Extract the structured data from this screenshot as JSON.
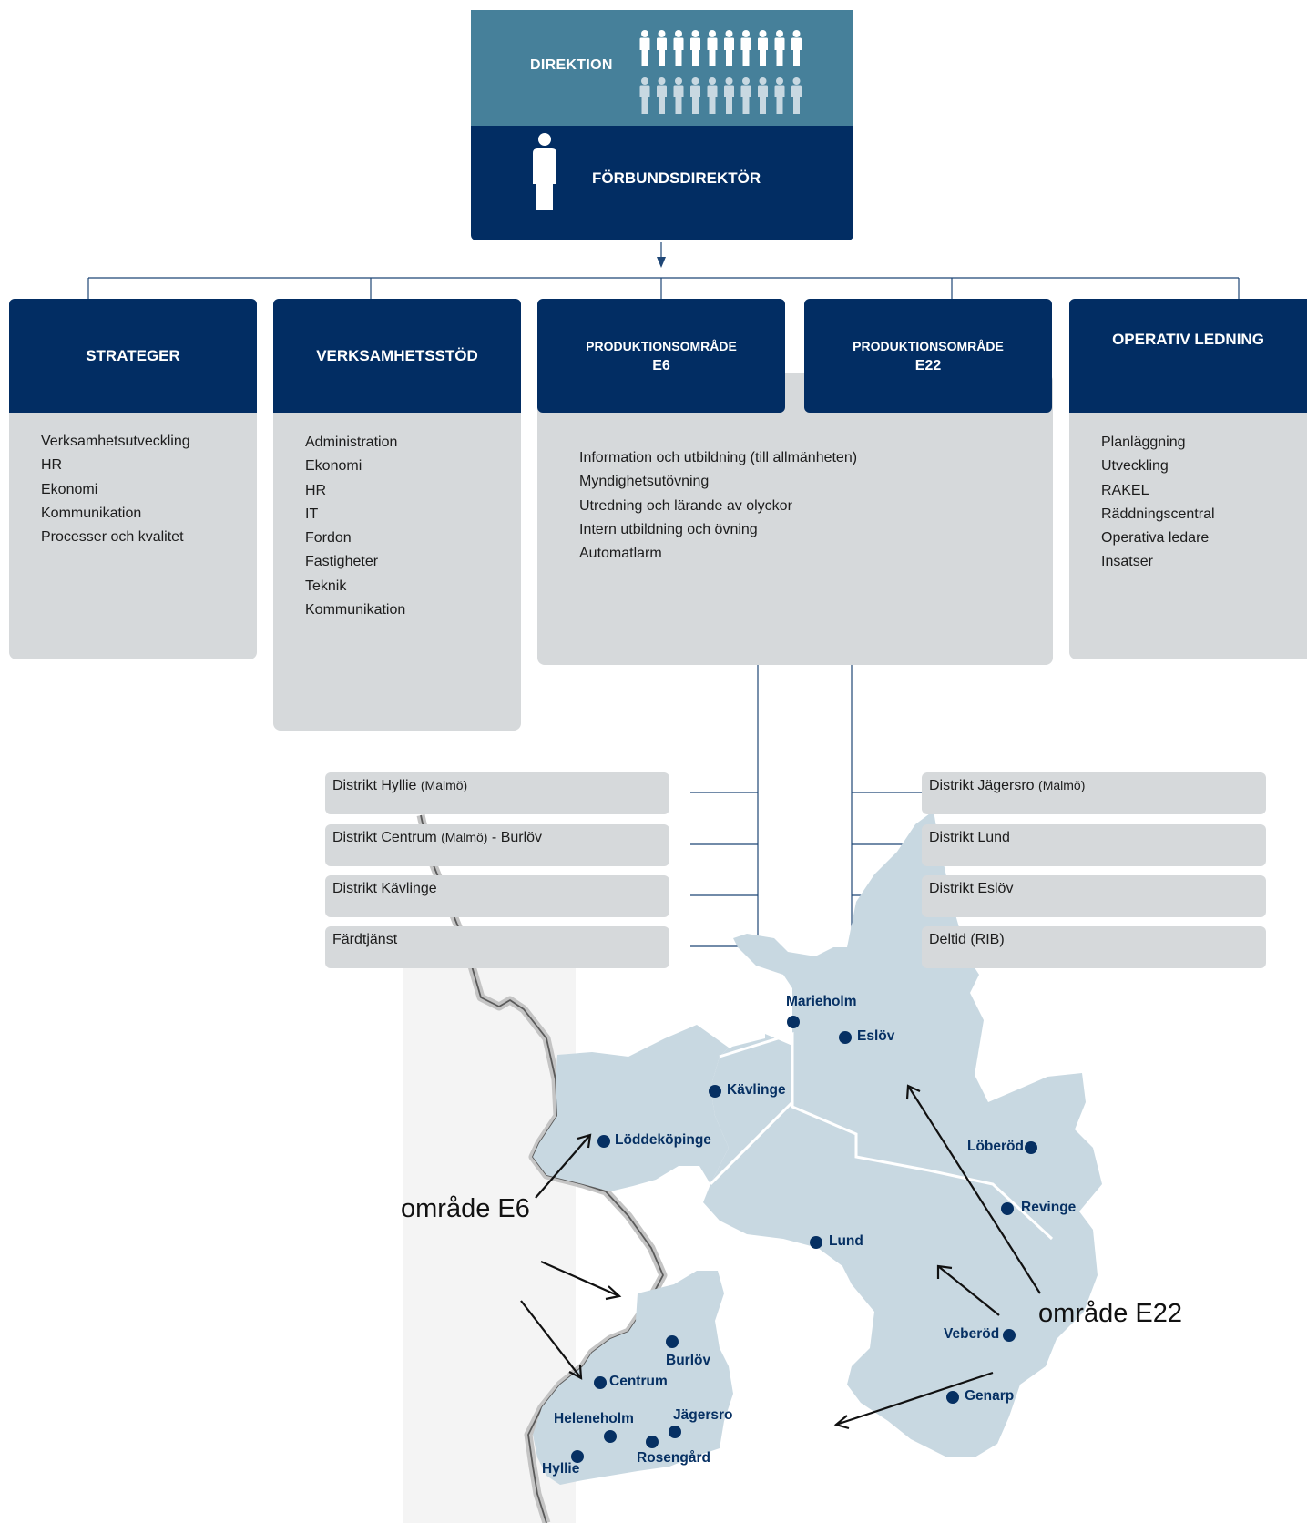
{
  "top": {
    "direktion_label": "DIREKTION",
    "forbundsdirektor_label": "FÖRBUNDSDIREKTÖR"
  },
  "columns": [
    {
      "title": "STRATEGER",
      "subtitle": "",
      "items": [
        "Verksamhetsutveckling",
        "HR",
        "Ekonomi",
        "Kommunikation",
        "Processer och kvalitet"
      ]
    },
    {
      "title": "VERKSAMHETSSTÖD",
      "subtitle": "",
      "items": [
        "Administration",
        "Ekonomi",
        "HR",
        "IT",
        "Fordon",
        "Fastigheter",
        "Teknik",
        "Kommunikation"
      ]
    },
    {
      "title": "PRODUKTIONSOMRÅDE",
      "subtitle": "E6"
    },
    {
      "title": "PRODUKTIONSOMRÅDE",
      "subtitle": "E22"
    },
    {
      "title": "OPERATIV LEDNING",
      "subtitle": "",
      "items": [
        "Planläggning",
        "Utveckling",
        "RAKEL",
        "Räddningscentral",
        "Operativa ledare",
        "Insatser"
      ]
    }
  ],
  "shared_items": [
    "Information och utbildning (till allmänheten)",
    "Myndighetsutövning",
    "Utredning och lärande av olyckor",
    "Intern utbildning och övning",
    "Automatlarm"
  ],
  "districts_e6": [
    {
      "name": "Distrikt Hyllie ",
      "suffix": "(Malmö)",
      "tail": ""
    },
    {
      "name": "Distrikt Centrum ",
      "suffix": "(Malmö)",
      "tail": " - Burlöv"
    },
    {
      "name": "Distrikt Kävlinge",
      "suffix": "",
      "tail": ""
    },
    {
      "name": "Färdtjänst",
      "suffix": "",
      "tail": ""
    }
  ],
  "districts_e22": [
    {
      "name": "Distrikt Jägersro ",
      "suffix": "(Malmö)",
      "tail": ""
    },
    {
      "name": "Distrikt Lund",
      "suffix": "",
      "tail": ""
    },
    {
      "name": "Distrikt Eslöv",
      "suffix": "",
      "tail": ""
    },
    {
      "name": "Deltid (RIB)",
      "suffix": "",
      "tail": ""
    }
  ],
  "map": {
    "places": [
      "Marieholm",
      "Eslöv",
      "Kävlinge",
      "Löddeköpinge",
      "Löberöd",
      "Revinge",
      "Lund",
      "Veberöd",
      "Genarp",
      "Burlöv",
      "Centrum",
      "Jägersro",
      "Heleneholm",
      "Rosengård",
      "Hyllie"
    ],
    "label_e6": "område E6",
    "label_e22": "område E22"
  },
  "colors": {
    "navy": "#022d63",
    "teal": "#46809a",
    "panel_grey": "#d6d9db",
    "map_fill": "#c8d8e1",
    "coast_grey": "#c4c4c4"
  }
}
